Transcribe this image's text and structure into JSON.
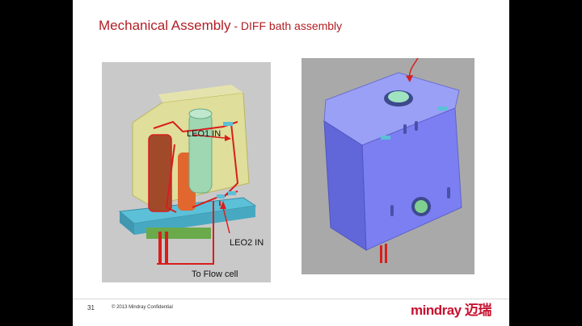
{
  "slide": {
    "title_main": "Mechanical Assembly",
    "title_sub": " - DIFF  bath  assembly",
    "labels": {
      "leo1": "LEO1 IN",
      "leo2": "LEO2 IN",
      "flow": "To Flow cell"
    },
    "footer": {
      "page_number": "31",
      "copyright": "© 2013 Mindray Confidential",
      "logo": "mindray 迈瑞"
    }
  },
  "colors": {
    "title": "#b01e24",
    "logo": "#c8102e",
    "tube_red": "#d81e1e",
    "body_blue": "#7b7ff2",
    "housing_yellow": "#e6e48a"
  }
}
